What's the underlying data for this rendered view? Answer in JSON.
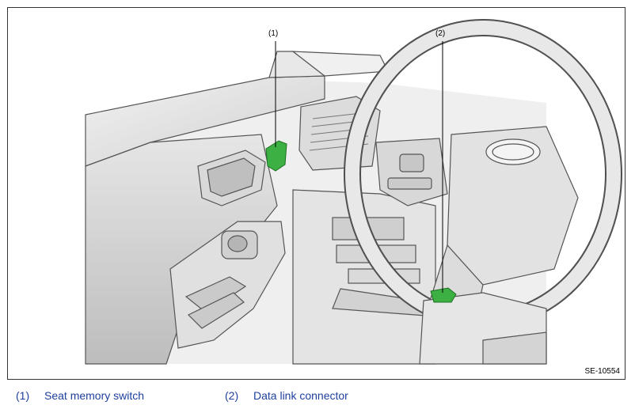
{
  "figure": {
    "callouts": [
      {
        "number": "(1)"
      },
      {
        "number": "(2)"
      }
    ],
    "figure_id": "SE-10554",
    "highlight_color": "#3cb043"
  },
  "legend": {
    "items": [
      {
        "number": "(1)",
        "label": "Seat memory switch"
      },
      {
        "number": "(2)",
        "label": "Data link connector"
      }
    ]
  },
  "colors": {
    "legend_text": "#1f3f9f",
    "frame_border": "#333333"
  }
}
